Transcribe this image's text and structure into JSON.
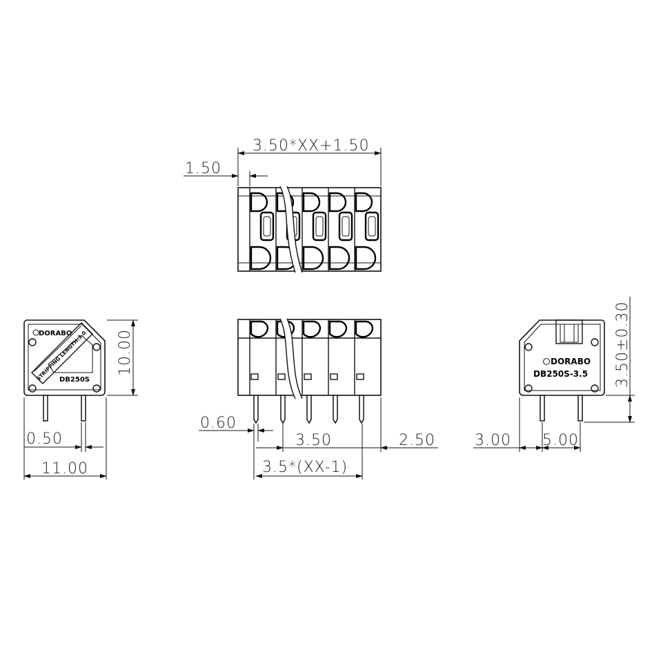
{
  "dimensions": {
    "top_width": "3.50*XX+1.50",
    "top_offset": "1.50",
    "side_height": "10.00",
    "side_pin_width": "0.50",
    "side_width": "11.00",
    "front_pin_width": "0.60",
    "front_pitch": "3.50",
    "front_total": "3.5*(XX-1)",
    "front_right": "2.50",
    "back_offset": "3.00",
    "back_pitch": "5.00",
    "back_pin_length": "3.50±0.30"
  },
  "labels": {
    "brand_side": "DORABO",
    "model_side": "DB250S",
    "stripping": "STRIPPING LENGTH:3.0",
    "brand_back": "DORABO",
    "model_back": "DB250S-3.5"
  }
}
